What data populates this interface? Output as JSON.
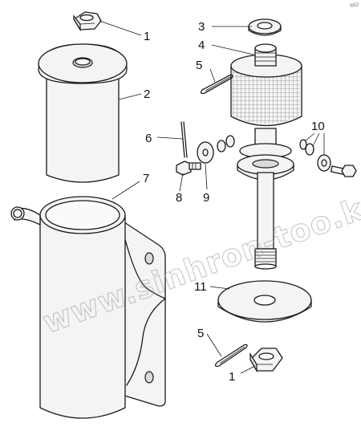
{
  "callouts": [
    {
      "id": "c1a",
      "text": "1"
    },
    {
      "id": "c2",
      "text": "2"
    },
    {
      "id": "c3",
      "text": "3"
    },
    {
      "id": "c4",
      "text": "4"
    },
    {
      "id": "c5a",
      "text": "5"
    },
    {
      "id": "c6",
      "text": "6"
    },
    {
      "id": "c7",
      "text": "7"
    },
    {
      "id": "c8",
      "text": "8"
    },
    {
      "id": "c9",
      "text": "9"
    },
    {
      "id": "c10",
      "text": "10"
    },
    {
      "id": "c11",
      "text": "11"
    },
    {
      "id": "c5b",
      "text": "5"
    },
    {
      "id": "c1b",
      "text": "1"
    }
  ],
  "watermark": {
    "text": "www.sinhron-too.kz"
  },
  "corner_mark": {
    "text": "qd2"
  }
}
